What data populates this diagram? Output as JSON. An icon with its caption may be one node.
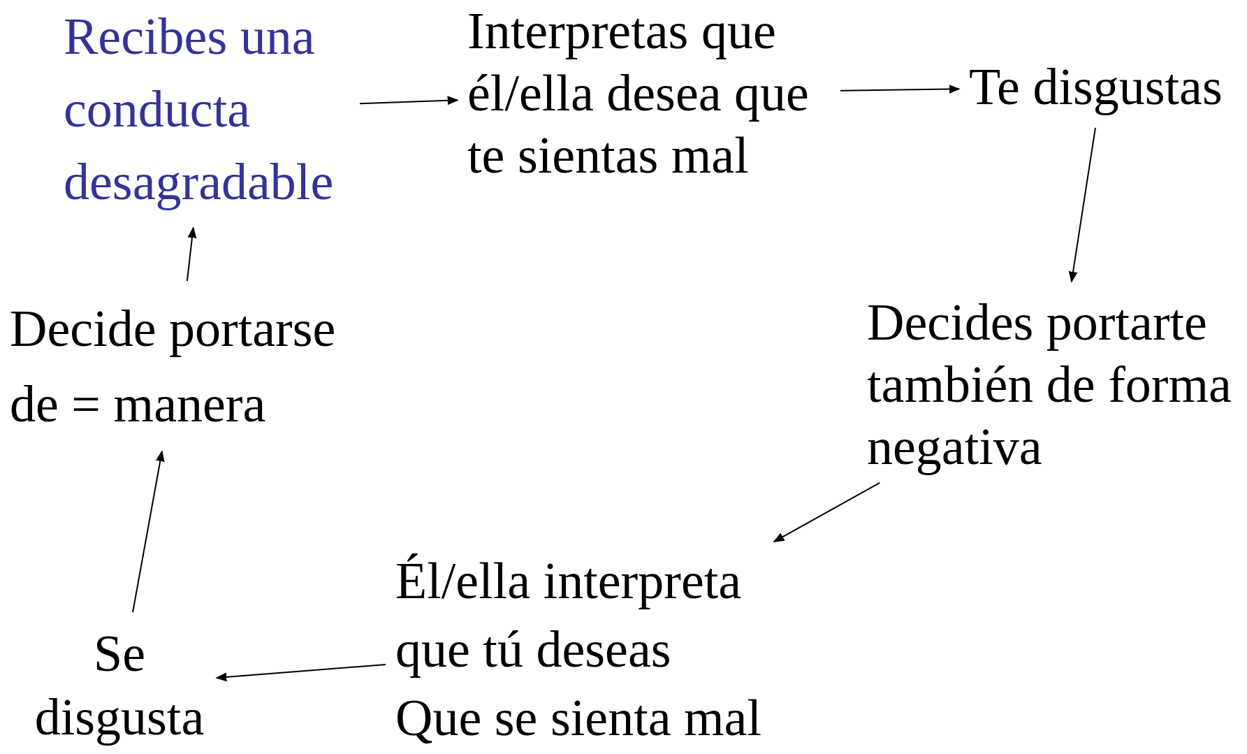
{
  "diagram": {
    "nodes": [
      {
        "text": [
          "Recibes una conducta desagradable"
        ]
      },
      {
        "text": [
          "Interpretas que él/ella desea que te sientas mal"
        ]
      },
      {
        "text": [
          "Te disgustas"
        ]
      },
      {
        "text": [
          "Decides portarte también de forma negativa"
        ]
      },
      {
        "text": [
          "Él/ella interpreta que tú deseas Que se sienta mal"
        ]
      },
      {
        "text": [
          "Se disgusta"
        ]
      },
      {
        "text": [
          "Decide portarse de = manera"
        ]
      }
    ],
    "edges": [
      {
        "from": 0,
        "to": 1,
        "arrow": "to"
      },
      {
        "from": 1,
        "to": 2,
        "arrow": "to"
      },
      {
        "from": 2,
        "to": 3,
        "arrow": "to"
      },
      {
        "from": 3,
        "to": 4,
        "arrow": "to"
      },
      {
        "from": 4,
        "to": 5,
        "arrow": "to"
      },
      {
        "from": 5,
        "to": 6,
        "arrow": "to"
      },
      {
        "from": 6,
        "to": 0,
        "arrow": "to"
      }
    ]
  }
}
